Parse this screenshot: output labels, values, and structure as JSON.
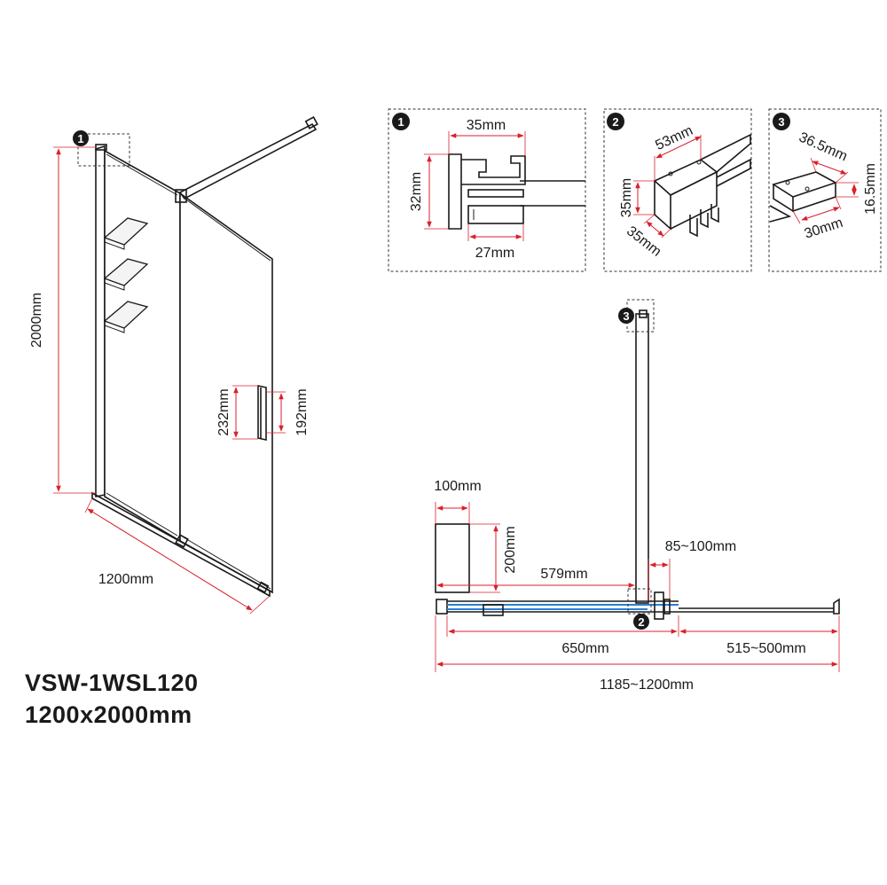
{
  "product": {
    "model": "VSW-1WSL120",
    "size": "1200x2000mm"
  },
  "main_view": {
    "dim_width": "1200mm",
    "dim_height": "2000mm",
    "dim_handle_outer": "232mm",
    "dim_handle_inner": "192mm",
    "badge": "1"
  },
  "details": [
    {
      "badge": "1",
      "dims": [
        "35mm",
        "32mm",
        "27mm"
      ]
    },
    {
      "badge": "2",
      "dims": [
        "53mm",
        "35mm",
        "35mm"
      ]
    },
    {
      "badge": "3",
      "dims": [
        "36.5mm",
        "16.5mm",
        "30mm"
      ]
    }
  ],
  "plan_view": {
    "badge_top": "3",
    "badge_bottom": "2",
    "dim_panel_width": "100mm",
    "dim_panel_height": "200mm",
    "dim_579": "579mm",
    "dim_offset": "85~100mm",
    "dim_650": "650mm",
    "dim_515": "515~500mm",
    "dim_total": "1185~1200mm"
  },
  "colors": {
    "dimension": "#d9202c",
    "glass_edge": "#2a7fd4",
    "line": "#1a1a1a"
  }
}
